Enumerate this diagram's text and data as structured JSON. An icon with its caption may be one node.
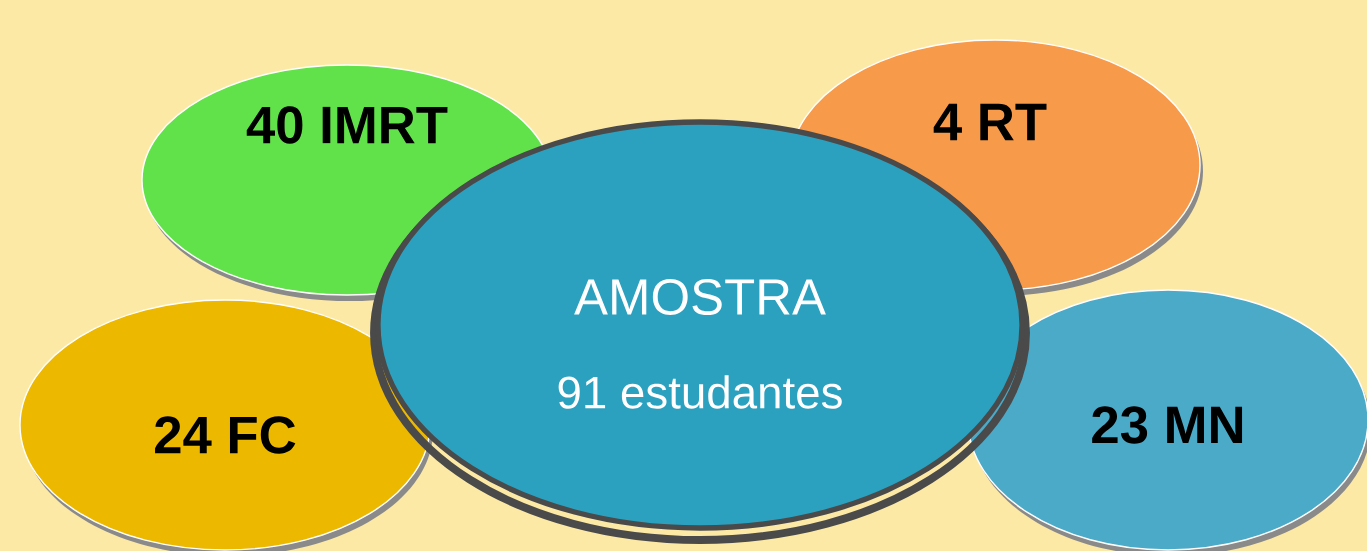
{
  "diagram": {
    "nodes": [
      {
        "text": [
          "40 IMRT"
        ]
      },
      {
        "text": [
          "4 RT"
        ]
      },
      {
        "text": [
          "AMOSTRA",
          "91 estudantes"
        ]
      },
      {
        "text": [
          "24 FC"
        ]
      },
      {
        "text": [
          "23 MN"
        ]
      }
    ]
  }
}
